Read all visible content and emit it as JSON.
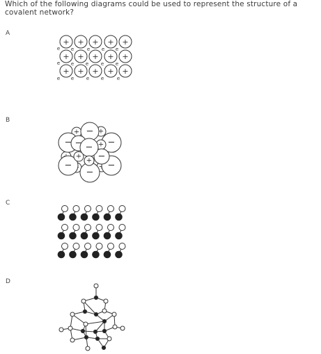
{
  "question": {
    "text": "Which of the following diagrams could be used to represent the structure of a covalent network?"
  },
  "options": [
    {
      "label": "A",
      "diagram": "metallic-lattice-icon",
      "ion_symbol": "+",
      "electron_symbol": "e"
    },
    {
      "label": "B",
      "diagram": "ionic-lattice-icon",
      "cation_symbol": "+",
      "anion_symbol": "−"
    },
    {
      "label": "C",
      "diagram": "layered-molecular-icon"
    },
    {
      "label": "D",
      "diagram": "covalent-network-icon"
    }
  ]
}
